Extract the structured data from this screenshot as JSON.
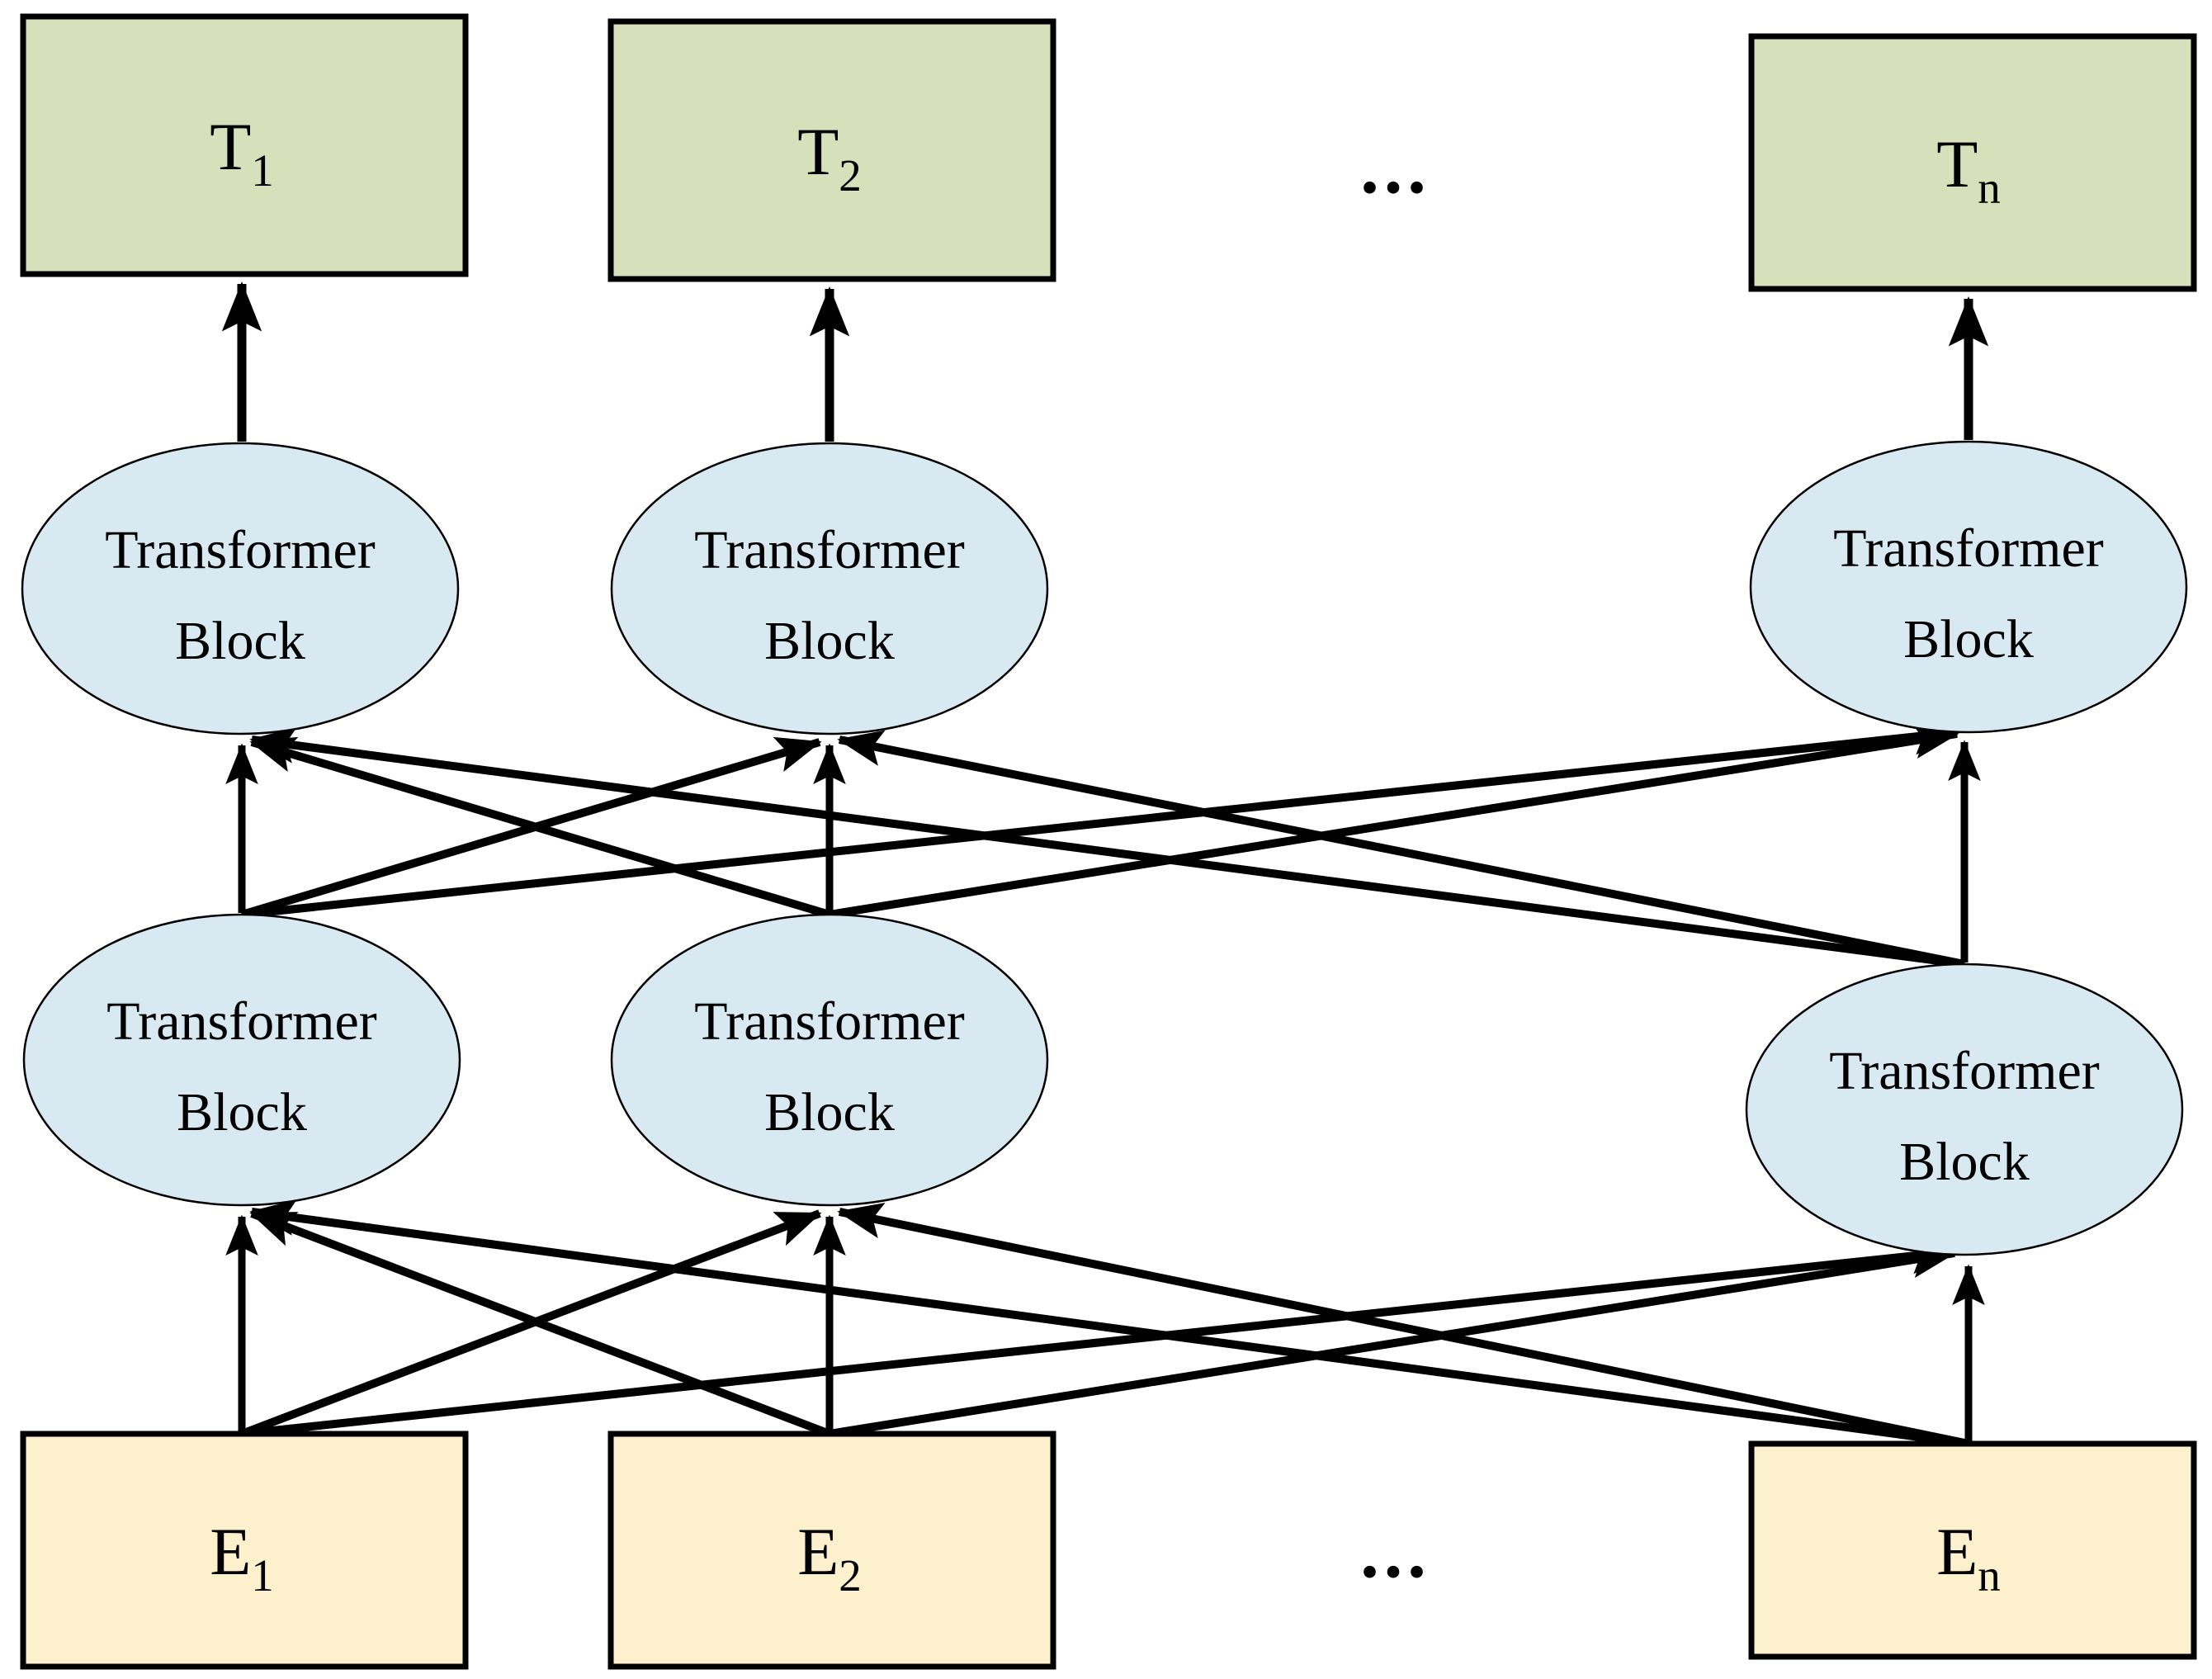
{
  "colors": {
    "background": "#ffffff",
    "output_box_fill": "#d6e0ba",
    "input_box_fill": "#fdf0cd",
    "block_fill": "#d9e9f2",
    "outline": "#000000",
    "arrow": "#000000"
  },
  "labels": {
    "transformer_line1": "Transformer",
    "transformer_line2": "Block",
    "ellipsis": "..."
  },
  "outputs": [
    {
      "main": "T",
      "sub": "1"
    },
    {
      "main": "T",
      "sub": "2"
    },
    {
      "main": "T",
      "sub": "n"
    }
  ],
  "inputs": [
    {
      "main": "E",
      "sub": "1"
    },
    {
      "main": "E",
      "sub": "2"
    },
    {
      "main": "E",
      "sub": "n"
    }
  ]
}
